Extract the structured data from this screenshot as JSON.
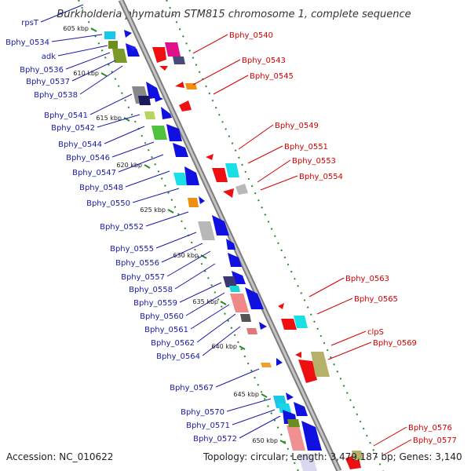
{
  "title": "Burkholderia phymatum STM815 chromosome 1, complete sequence",
  "footer": {
    "accession": "Accession: NC_010622",
    "topology": "Topology: circular; Length: 3,479,187 bp; Genes: 3,140"
  },
  "colors": {
    "backbone": "#9a9a9a",
    "tick": "#2a8a2a",
    "left_label": "#1a1aa6",
    "right_label": "#d40000"
  },
  "ticks": [
    {
      "label": "605 kbp"
    },
    {
      "label": "610 kbp"
    },
    {
      "label": "615 kbp"
    },
    {
      "label": "620 kbp"
    },
    {
      "label": "625 kbp"
    },
    {
      "label": "630 kbp"
    },
    {
      "label": "635 kbp"
    },
    {
      "label": "640 kbp"
    },
    {
      "label": "645 kbp"
    },
    {
      "label": "650 kbp"
    }
  ],
  "left_labels": [
    {
      "text": "rpsT"
    },
    {
      "text": "Bphy_0534"
    },
    {
      "text": "adk"
    },
    {
      "text": "Bphy_0536"
    },
    {
      "text": "Bphy_0537"
    },
    {
      "text": "Bphy_0538"
    },
    {
      "text": "Bphy_0541"
    },
    {
      "text": "Bphy_0542"
    },
    {
      "text": "Bphy_0544"
    },
    {
      "text": "Bphy_0546"
    },
    {
      "text": "Bphy_0547"
    },
    {
      "text": "Bphy_0548"
    },
    {
      "text": "Bphy_0550"
    },
    {
      "text": "Bphy_0552"
    },
    {
      "text": "Bphy_0555"
    },
    {
      "text": "Bphy_0556"
    },
    {
      "text": "Bphy_0557"
    },
    {
      "text": "Bphy_0558"
    },
    {
      "text": "Bphy_0559"
    },
    {
      "text": "Bphy_0560"
    },
    {
      "text": "Bphy_0561"
    },
    {
      "text": "Bphy_0562"
    },
    {
      "text": "Bphy_0564"
    },
    {
      "text": "Bphy_0567"
    },
    {
      "text": "Bphy_0570"
    },
    {
      "text": "Bphy_0571"
    },
    {
      "text": "Bphy_0572"
    }
  ],
  "right_labels": [
    {
      "text": "Bphy_0540"
    },
    {
      "text": "Bphy_0543"
    },
    {
      "text": "Bphy_0545"
    },
    {
      "text": "Bphy_0549"
    },
    {
      "text": "Bphy_0551"
    },
    {
      "text": "Bphy_0553"
    },
    {
      "text": "Bphy_0554"
    },
    {
      "text": "Bphy_0563"
    },
    {
      "text": "Bphy_0565"
    },
    {
      "text": "clpS"
    },
    {
      "text": "Bphy_0569"
    },
    {
      "text": "Bphy_0576"
    },
    {
      "text": "Bphy_0577"
    }
  ]
}
